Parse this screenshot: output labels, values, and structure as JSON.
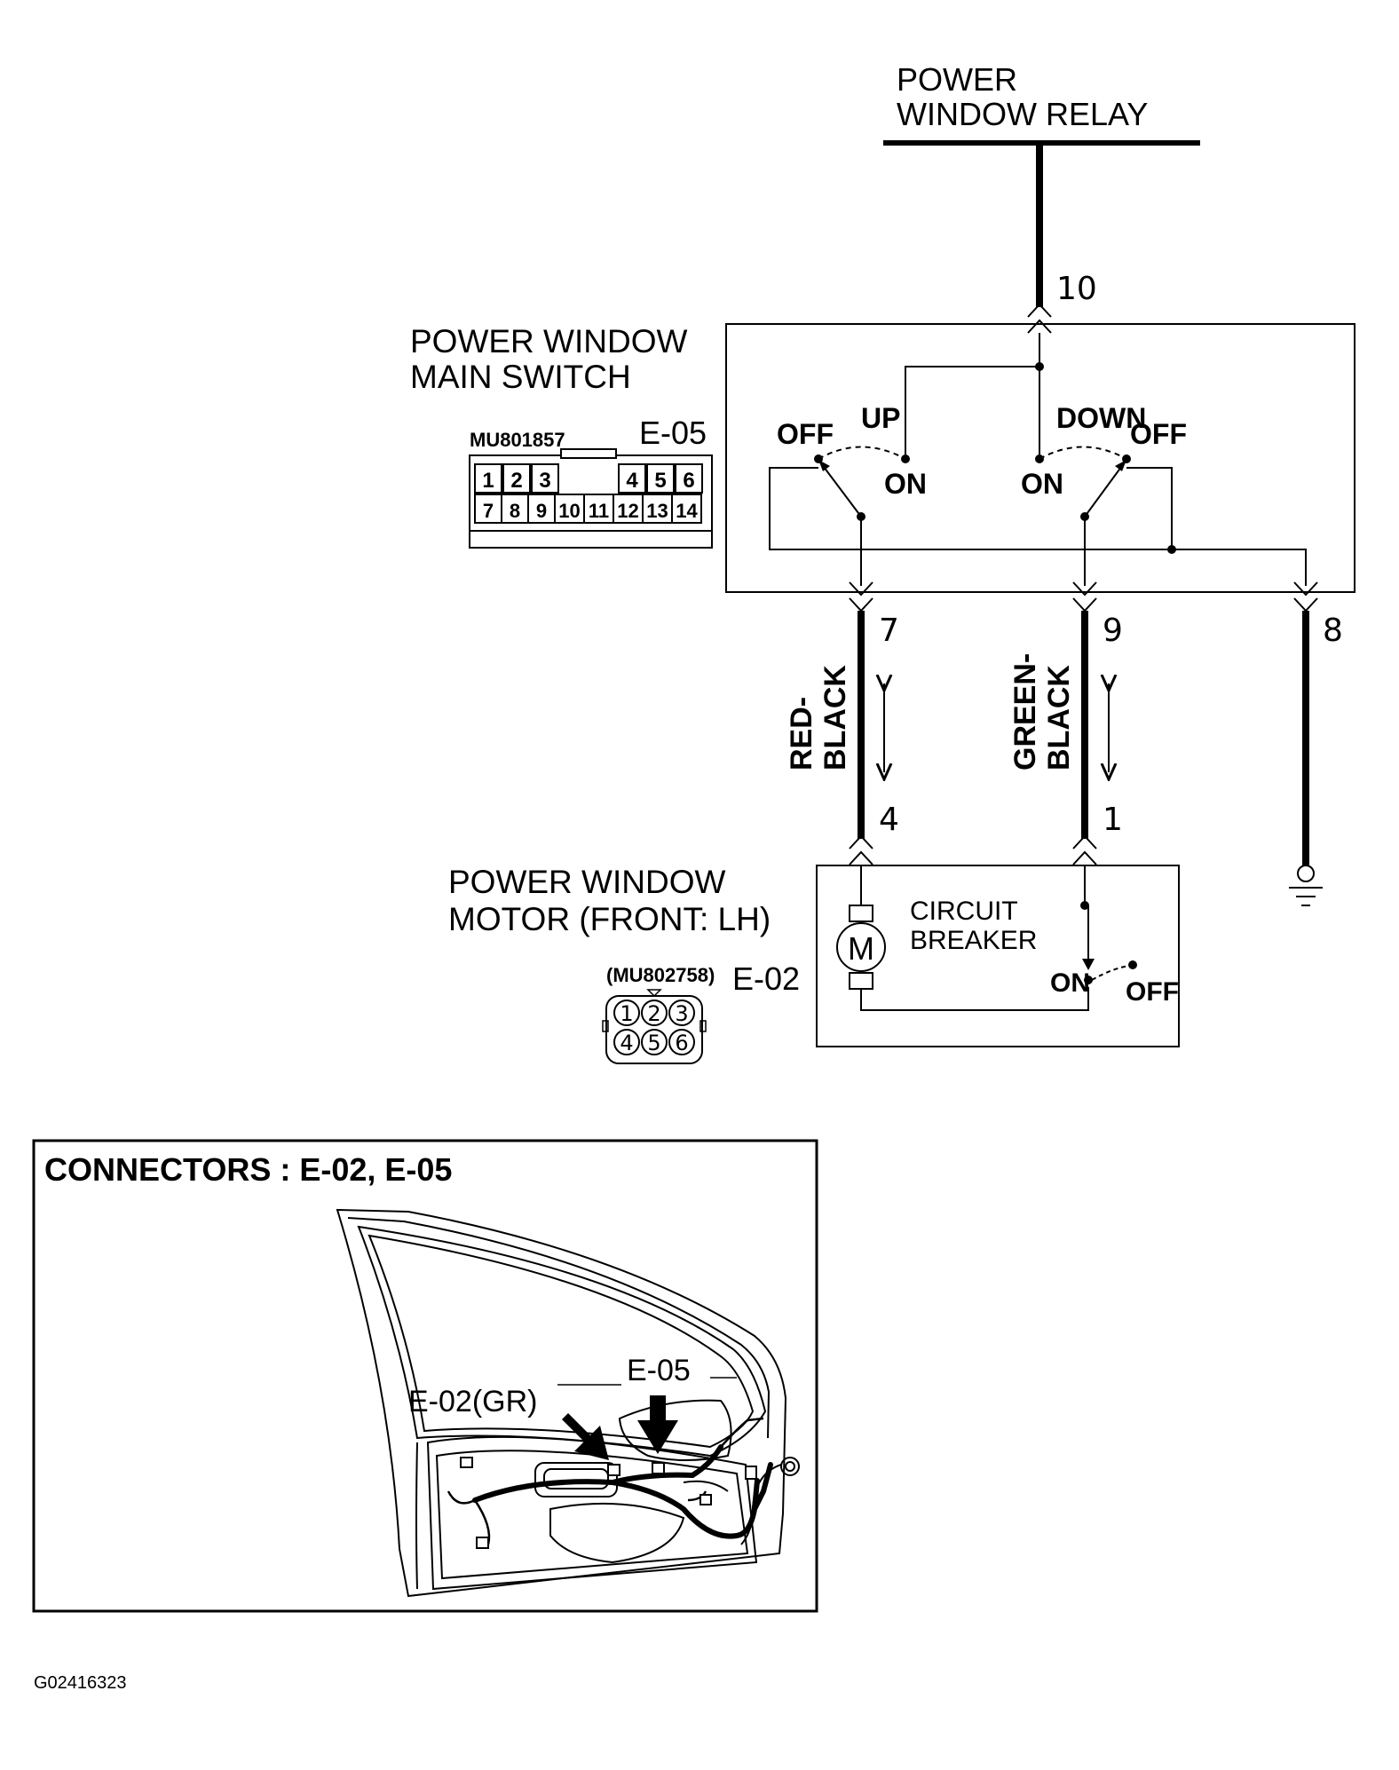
{
  "relay": {
    "line1": "POWER",
    "line2": "WINDOW RELAY"
  },
  "main_switch": {
    "line1": "POWER WINDOW",
    "line2": "MAIN SWITCH",
    "part_no": "MU801857",
    "connector": "E-05",
    "pins_top": [
      "1",
      "2",
      "3",
      "4",
      "5",
      "6"
    ],
    "pins_bottom": [
      "7",
      "8",
      "9",
      "10",
      "11",
      "12",
      "13",
      "14"
    ],
    "up": "UP",
    "down": "DOWN",
    "off_left": "OFF",
    "on_left": "ON",
    "on_right": "ON",
    "off_right": "OFF"
  },
  "pins": {
    "p10": "10",
    "p7": "7",
    "p9": "9",
    "p8": "8",
    "p4": "4",
    "p1": "1"
  },
  "wires": {
    "left_line1": "RED-",
    "left_line2": "BLACK",
    "right_line1": "GREEN-",
    "right_line2": "BLACK"
  },
  "motor": {
    "line1": "POWER WINDOW",
    "line2": "MOTOR (FRONT: LH)",
    "part_no": "(MU802758)",
    "connector": "E-02",
    "pins_top": [
      "1",
      "2",
      "3"
    ],
    "pins_bottom": [
      "4",
      "5",
      "6"
    ],
    "motor_symbol": "M",
    "breaker_line1": "CIRCUIT",
    "breaker_line2": "BREAKER",
    "on": "ON",
    "off": "OFF"
  },
  "connectors_panel": {
    "title": "CONNECTORS : E-02, E-05",
    "label_e02": "E-02(GR)",
    "label_e05": "E-05"
  },
  "figure_id": "G02416323"
}
